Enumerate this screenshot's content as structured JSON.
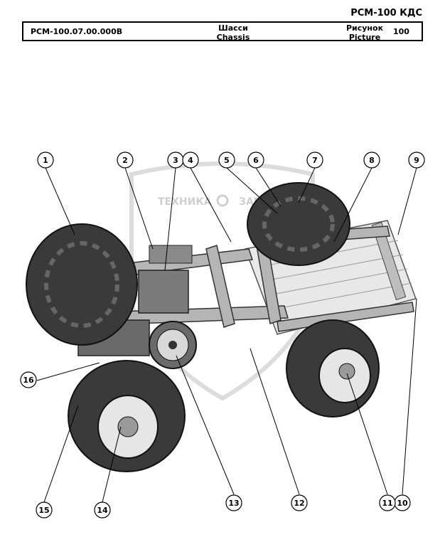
{
  "header": {
    "model": "РСМ-100 КДС"
  },
  "title_block": {
    "code": "РСМ-100.07.00.000В",
    "name_ru": "Шасси",
    "name_en": "Chassis",
    "figure_label_ru": "Рисунок",
    "figure_label_en": "Picture",
    "figure_number": "100"
  },
  "watermark": {
    "left": "ТЕХНИКА",
    "right": "ЗАПЧАСТИ"
  },
  "callouts": [
    "1",
    "2",
    "3",
    "4",
    "5",
    "6",
    "7",
    "8",
    "9",
    "10",
    "11",
    "12",
    "13",
    "14",
    "15",
    "16"
  ],
  "colors": {
    "line": "#000000",
    "watermark": "#cfcfcf",
    "tire": "#3a3a3a",
    "frame": "#9a9a9a"
  }
}
